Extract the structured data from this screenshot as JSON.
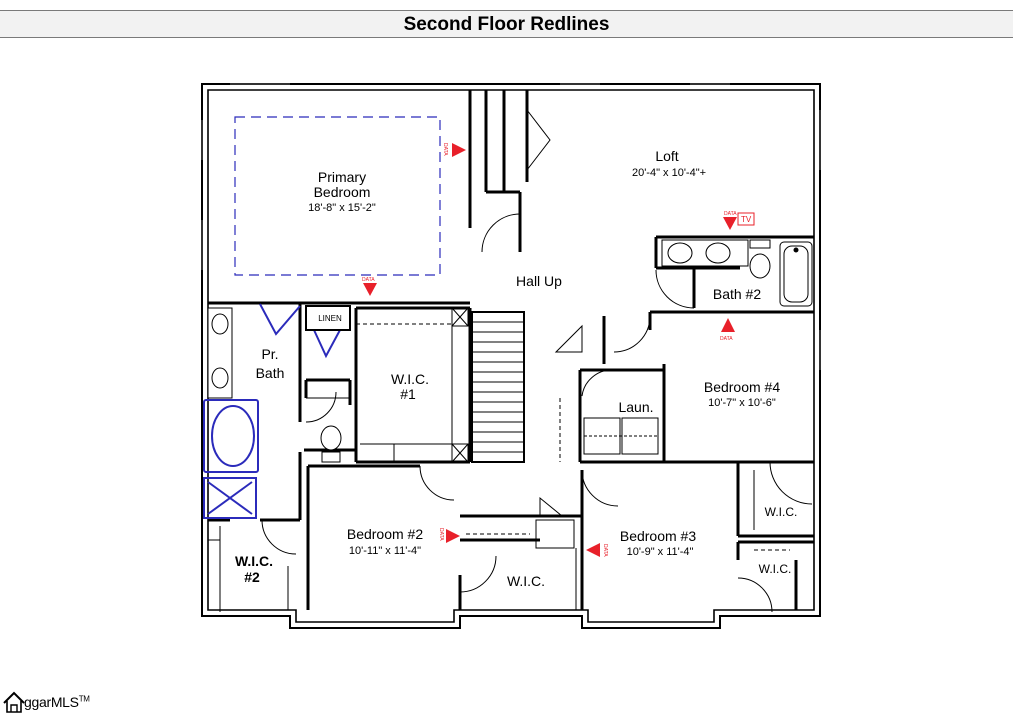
{
  "title": "Second Floor Redlines",
  "rooms": {
    "primary_bedroom": {
      "name_line1": "Primary",
      "name_line2": "Bedroom",
      "dims": "18'-8\" x 15'-2\""
    },
    "loft": {
      "name": "Loft",
      "dims": "20'-4\" x 10'-4\"+"
    },
    "hall": {
      "name": "Hall Up"
    },
    "bath2": {
      "name": "Bath #2"
    },
    "pr_bath": {
      "name_line1": "Pr.",
      "name_line2": "Bath"
    },
    "linen": {
      "name": "LINEN"
    },
    "wic1": {
      "name_line1": "W.I.C.",
      "name_line2": "#1"
    },
    "wic2": {
      "name_line1": "W.I.C.",
      "name_line2": "#2"
    },
    "bedroom4": {
      "name": "Bedroom #4",
      "dims": "10'-7\" x 10'-6\""
    },
    "laundry": {
      "name": "Laun."
    },
    "bedroom2": {
      "name": "Bedroom #2",
      "dims": "10'-11\" x 11'-4\""
    },
    "bedroom3": {
      "name": "Bedroom #3",
      "dims": "10'-9\" x 11'-4\""
    },
    "wic_bed2": {
      "name": "W.I.C."
    },
    "wic_bed4": {
      "name": "W.I.C."
    },
    "wic_bed3": {
      "name": "W.I.C."
    }
  },
  "markers": {
    "data_label": "DATA",
    "tv_label": "TV"
  },
  "colors": {
    "redline": "#e8202a",
    "fixture_blue": "#2b2bbb",
    "wall": "#000000"
  },
  "logo": {
    "text": "ggarMLS",
    "tm": "TM"
  }
}
